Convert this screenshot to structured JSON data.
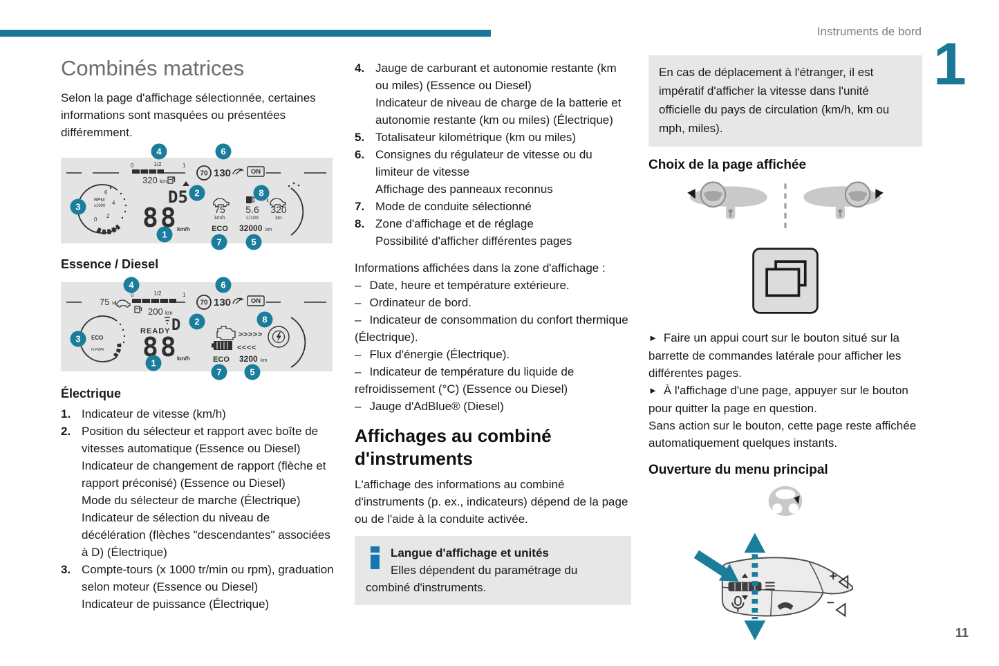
{
  "header": {
    "running_head": "Instruments de bord",
    "chapter": "1",
    "page_number": "11"
  },
  "glyphs": {
    "dash": "–",
    "pointer": "►"
  },
  "colors": {
    "accent_teal": "#1A7897",
    "callout_teal": "#1B7D9C",
    "info_blue": "#1577B2",
    "panel_gray": "#e7e7e7",
    "cluster_gray": "#e4e4e4"
  },
  "left": {
    "title": "Combinés matrices",
    "intro": "Selon la page d'affichage sélectionnée, certaines informations sont masquées ou présentées différemment.",
    "fig1_caption": "Essence / Diesel",
    "fig2_caption": "Électrique",
    "items": [
      {
        "num": "1.",
        "lines": [
          "Indicateur de vitesse (km/h)"
        ]
      },
      {
        "num": "2.",
        "lines": [
          "Position du sélecteur et rapport avec boîte de vitesses automatique (Essence ou Diesel)",
          "Indicateur de changement de rapport (flèche et rapport préconisé) (Essence ou Diesel)",
          "Mode du sélecteur de marche (Électrique)",
          "Indicateur de sélection du niveau de décélération (flèches \"descendantes\" associées à D) (Électrique)"
        ]
      },
      {
        "num": "3.",
        "lines": [
          "Compte-tours (x 1000 tr/min ou rpm), graduation selon moteur (Essence ou Diesel)",
          "Indicateur de puissance (Électrique)"
        ]
      }
    ]
  },
  "middle": {
    "items": [
      {
        "num": "4.",
        "lines": [
          "Jauge de carburant et autonomie restante (km ou miles) (Essence ou Diesel)",
          "Indicateur de niveau de charge de la batterie et autonomie restante (km ou miles) (Électrique)"
        ]
      },
      {
        "num": "5.",
        "lines": [
          "Totalisateur kilométrique (km ou miles)"
        ]
      },
      {
        "num": "6.",
        "lines": [
          "Consignes du régulateur de vitesse ou du limiteur de vitesse",
          "Affichage des panneaux reconnus"
        ]
      },
      {
        "num": "7.",
        "lines": [
          "Mode de conduite sélectionné"
        ]
      },
      {
        "num": "8.",
        "lines": [
          "Zone d'affichage et de réglage",
          "Possibilité d'afficher différentes pages"
        ]
      }
    ],
    "zone_intro": "Informations affichées dans la zone d'affichage :",
    "zone_items": [
      "Date, heure et température extérieure.",
      "Ordinateur de bord.",
      "Indicateur de consommation du confort thermique (Électrique).",
      "Flux d'énergie (Électrique).",
      "Indicateur de température du liquide de refroidissement (°C) (Essence ou Diesel)",
      "Jauge d'AdBlue® (Diesel)"
    ],
    "section_title": "Affichages au combiné d'instruments",
    "section_body": "L'affichage des informations au combiné d'instruments (p. ex.,  indicateurs) dépend de la page ou de l'aide à la conduite activée.",
    "info_title": "Langue d'affichage et unités",
    "info_body": "Elles dépendent du paramétrage du combiné d'instruments."
  },
  "right": {
    "notice": "En cas de déplacement à l'étranger, il est impératif d'afficher la vitesse dans l'unité officielle du pays de circulation (km/h, km ou mph, miles).",
    "h_choice": "Choix de la page affichée",
    "p1": "Faire un appui court sur le bouton situé sur la barrette de commandes latérale pour afficher les différentes pages.",
    "p2": "À l'affichage d'une page, appuyer sur le bouton pour quitter la page en question.",
    "p3": "Sans action sur le bouton, cette page reste affichée automatiquement quelques instants.",
    "h_menu": "Ouverture du menu principal"
  },
  "callouts": [
    "1",
    "2",
    "3",
    "4",
    "5",
    "6",
    "7",
    "8"
  ],
  "cluster1": {
    "tick0": "0",
    "tick_half": "1/2",
    "tick1": "1",
    "range": "320",
    "range_unit": "km",
    "limit": "70",
    "set_speed": "130",
    "on": "ON",
    "rpm": "RPM",
    "x1000": "x1000",
    "tach0": "0",
    "tach2": "2",
    "tach4": "4",
    "tach6": "6",
    "gear": "D5",
    "speed": "88",
    "speed_unit": "km/h",
    "avg": "75",
    "avg_unit": "km/h",
    "eco": "ECO",
    "cons": "5.6",
    "cons_unit": "L/100",
    "odo": "32000",
    "odo_unit": "km",
    "range2": "320",
    "range2_unit": "km"
  },
  "cluster2": {
    "charge": "75",
    "pct": "%",
    "tick0": "0",
    "tick_half": "1/2",
    "tick1": "1",
    "range": "200",
    "range_unit": "km",
    "limit": "70",
    "set_speed": "130",
    "on": "ON",
    "eco_gauge": "ECO",
    "npwr": "N.PWR",
    "ready": "READY",
    "gear": "D",
    "speed": "88",
    "speed_unit": "km/h",
    "flow_fwd": ">>>>>",
    "flow_rev": "<<<<",
    "eco": "ECO",
    "odo": "3200",
    "odo_unit": "km"
  }
}
